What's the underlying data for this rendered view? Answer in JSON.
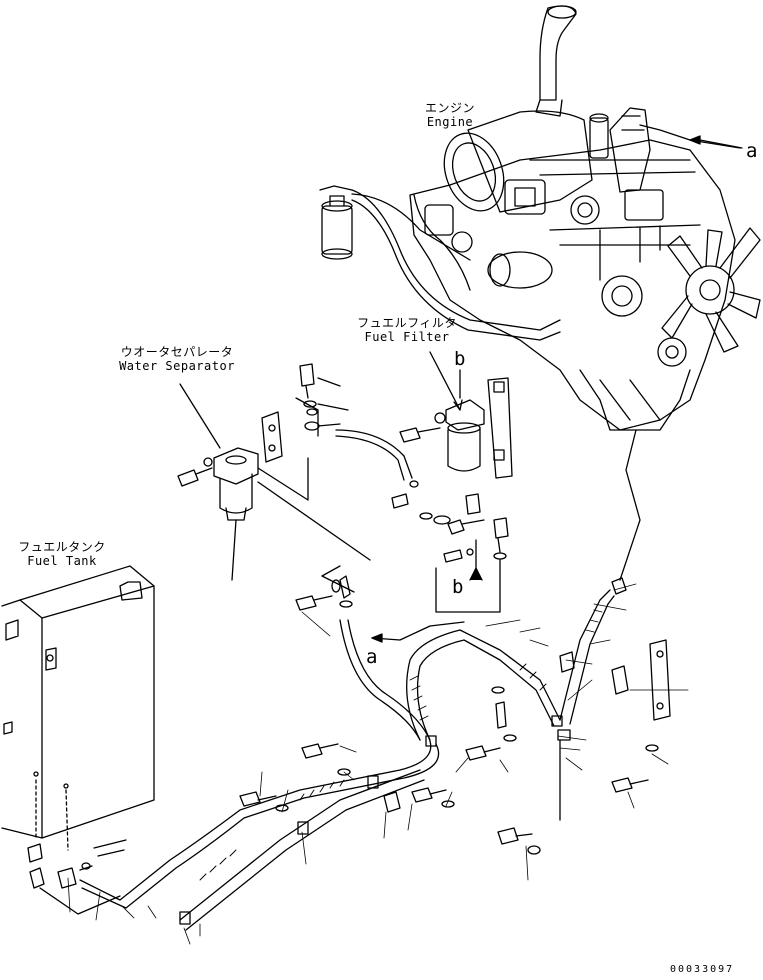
{
  "labels": {
    "engine_jp": "エンジン",
    "engine_en": "Engine",
    "fuel_filter_jp": "フュエルフィルタ",
    "fuel_filter_en": "Fuel Filter",
    "water_separator_jp": "ウオータセパレータ",
    "water_separator_en": "Water Separator",
    "fuel_tank_jp": "フュエルタンク",
    "fuel_tank_en": "Fuel Tank"
  },
  "refs": {
    "a_top": "a",
    "a_mid": "a",
    "b_top": "b",
    "b_mid": "b"
  },
  "drawing_code": "00033097"
}
